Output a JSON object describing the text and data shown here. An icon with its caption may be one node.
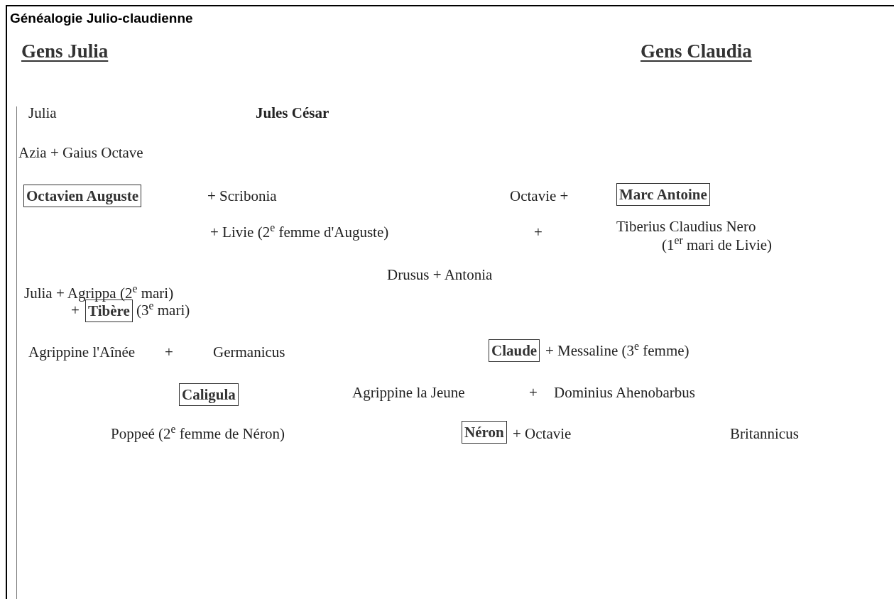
{
  "diagram": {
    "title": "Généalogie Julio-claudienne",
    "nodes": [
      {
        "text": [
          "Octavien Auguste"
        ]
      },
      {
        "text": [
          "Marc Antoine"
        ]
      },
      {
        "text": [
          "Tibère"
        ]
      },
      {
        "text": [
          "Claude"
        ]
      },
      {
        "text": [
          "Caligula"
        ]
      },
      {
        "text": [
          "Néron"
        ]
      }
    ],
    "labels": [
      "Gens Julia",
      "Gens Claudia",
      "Julia",
      "Jules César",
      "Azia + Gaius Octave",
      "+ Scribonia",
      "Octavie +",
      "+ Livie (2$^{e}$ femme d'Auguste)",
      "+",
      "Tiberius Claudius Nero",
      "(1$^{er}$ mari de Livie)",
      "Drusus + Antonia",
      "Julia + Agrippa (2$^{e}$ mari)",
      "+",
      "(3$^{e}$ mari)",
      "Agrippine l'Aînée",
      "+",
      "Germanicus",
      "+ Messaline (3$^{e}$ femme)",
      "Agrippine la Jeune",
      "+",
      "Dominius Ahenobarbus",
      "Poppeé (2$^{e}$ femme de Néron)",
      "+ Octavie",
      "Britannicus"
    ]
  }
}
